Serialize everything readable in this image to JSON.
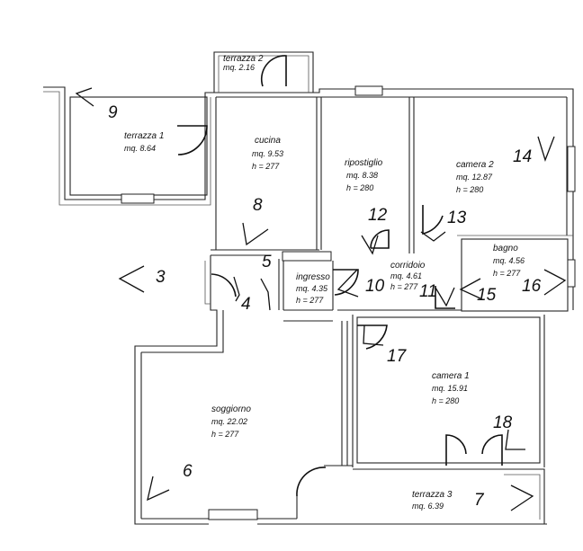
{
  "rooms": {
    "terrazza2": {
      "name": "terrazza 2",
      "area": "mq. 2.16"
    },
    "terrazza1": {
      "name": "terrazza 1",
      "area": "mq. 8.64"
    },
    "cucina": {
      "name": "cucina",
      "area": "mq. 9.53",
      "height": "h = 277"
    },
    "ripostiglio": {
      "name": "ripostiglio",
      "area": "mq. 8.38",
      "height": "h = 280"
    },
    "camera2": {
      "name": "camera 2",
      "area": "mq. 12.87",
      "height": "h = 280"
    },
    "bagno": {
      "name": "bagno",
      "area": "mq. 4.56",
      "height": "h = 277"
    },
    "ingresso": {
      "name": "ingresso",
      "area": "mq. 4.35",
      "height": "h = 277"
    },
    "corridoio": {
      "name": "corridoio",
      "area": "mq. 4.61",
      "height": "h = 277"
    },
    "camera1": {
      "name": "camera 1",
      "area": "mq. 15.91",
      "height": "h = 280"
    },
    "soggiorno": {
      "name": "soggiorno",
      "area": "mq. 22.02",
      "height": "h = 277"
    },
    "terrazza3": {
      "name": "terrazza 3",
      "area": "mq. 6.39"
    }
  },
  "viewpoints": [
    "3",
    "4",
    "5",
    "6",
    "7",
    "8",
    "9",
    "10",
    "11",
    "12",
    "13",
    "14",
    "15",
    "16",
    "17",
    "18"
  ]
}
